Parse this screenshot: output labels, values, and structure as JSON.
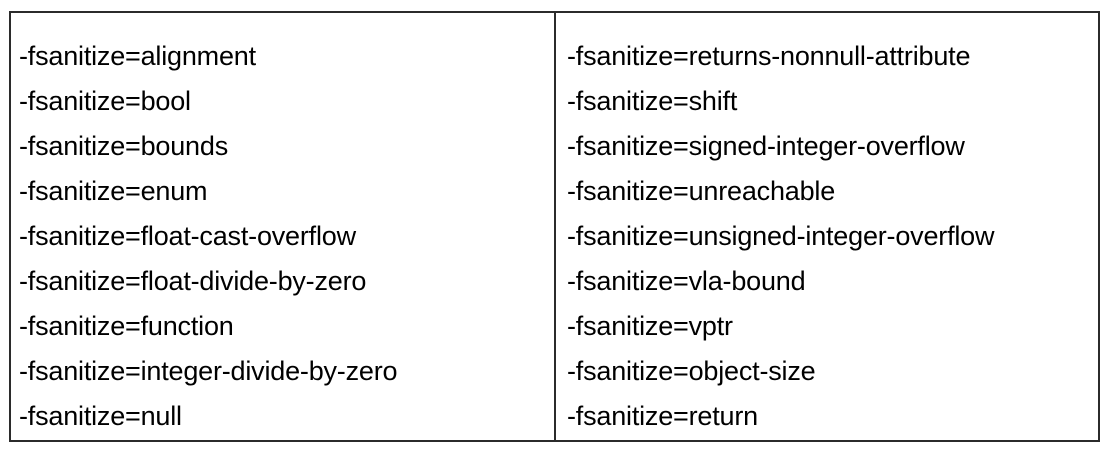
{
  "document": {
    "type": "table",
    "background_color": "#ffffff",
    "border_color": "#2b2b2b",
    "text_color": "#000000"
  },
  "table": {
    "columns": [
      {
        "name": "left-column",
        "options": [
          "-fsanitize=alignment",
          "-fsanitize=bool",
          "-fsanitize=bounds",
          "-fsanitize=enum",
          "-fsanitize=float-cast-overflow",
          "-fsanitize=float-divide-by-zero",
          "-fsanitize=function",
          "-fsanitize=integer-divide-by-zero",
          "-fsanitize=null"
        ]
      },
      {
        "name": "right-column",
        "options": [
          "-fsanitize=returns-nonnull-attribute",
          "-fsanitize=shift",
          "-fsanitize=signed-integer-overflow",
          "-fsanitize=unreachable",
          "-fsanitize=unsigned-integer-overflow",
          "-fsanitize=vla-bound",
          "-fsanitize=vptr",
          "-fsanitize=object-size",
          "-fsanitize=return"
        ]
      }
    ]
  }
}
